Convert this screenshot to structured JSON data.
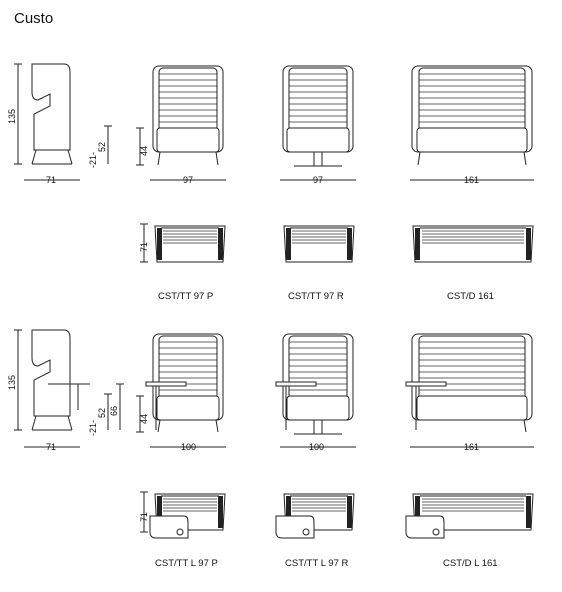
{
  "title": "Custo",
  "dims": {
    "h135_a": "135",
    "h52_a": "52",
    "h21_a": "-21-",
    "w71_a": "71",
    "h44_a": "44",
    "w97_p": "97",
    "w97_r": "97",
    "w161_d": "161",
    "d71_a": "71",
    "h135_b": "135",
    "h66_b": "66",
    "h52_b": "52",
    "h21_b": "-21-",
    "w71_b": "71",
    "h44_b": "44",
    "w100_p": "100",
    "w100_r": "100",
    "w161_dl": "161",
    "d71_b": "71"
  },
  "captions": {
    "tt97p": "CST/TT 97 P",
    "tt97r": "CST/TT 97 R",
    "d161": "CST/D 161",
    "tt97lp": "CST/TT L 97 P",
    "tt97lr": "CST/TT L 97 R",
    "dl161": "CST/D L 161"
  }
}
